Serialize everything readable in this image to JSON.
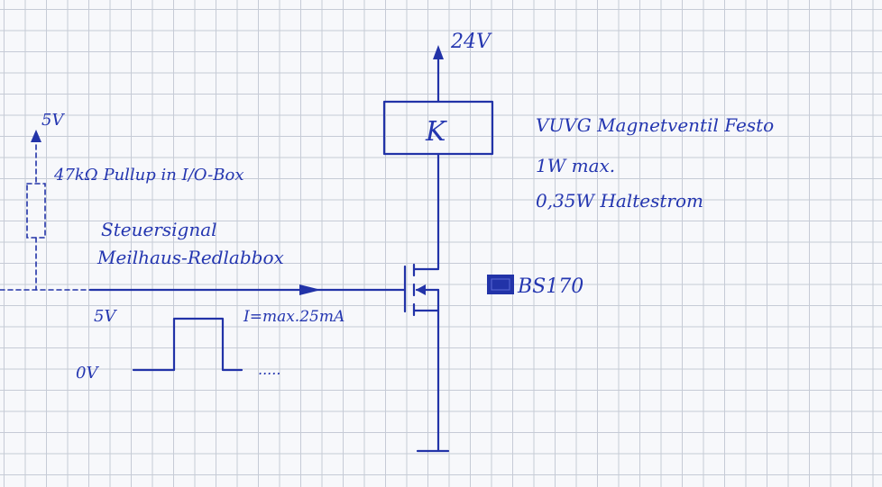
{
  "labels": {
    "supply_24v": "24V",
    "relay": "K",
    "valve_line1": "VUVG Magnetventil Festo",
    "valve_line2": "1W max.",
    "valve_line3": "0,35W Haltestrom",
    "pullup_supply": "5V",
    "pullup": "47kΩ Pullup in I/O-Box",
    "signal_line1": "Steuersignal",
    "signal_line2": "Meilhaus-Redlabbox",
    "current": "I=max.25mA",
    "transistor": "BS170",
    "high_level": "5V",
    "low_level": "0V",
    "continuation": "....."
  },
  "colors": {
    "ink": "#2233a8",
    "paper": "#f7f8fb",
    "grid": "#c6cbd6"
  }
}
